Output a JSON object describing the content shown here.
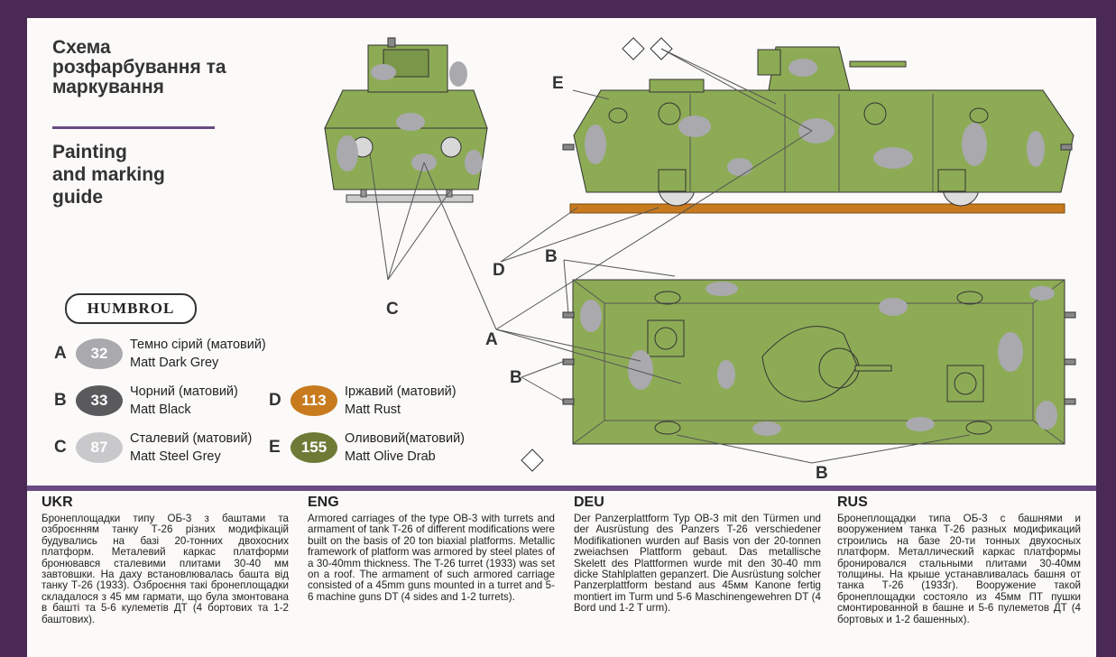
{
  "titles": {
    "ukrainian": "Схема розфарбування та маркування",
    "english_lines": [
      "Painting",
      "and marking",
      "guide"
    ]
  },
  "brand": {
    "logo_text": "HUMBROL"
  },
  "paints": [
    {
      "letter": "A",
      "number": "32",
      "name_ua": "Темно сірий (матовий)",
      "name_en": "Matt Dark Grey",
      "color": "#a9a9ae"
    },
    {
      "letter": "B",
      "number": "33",
      "name_ua": "Чорний (матовий)",
      "name_en": "Matt Black",
      "color": "#5a5a5c"
    },
    {
      "letter": "C",
      "number": "87",
      "name_ua": "Сталевий (матовий)",
      "name_en": "Matt Steel Grey",
      "color": "#c9c9cc"
    },
    {
      "letter": "D",
      "number": "113",
      "name_ua": "Іржавий (матовий)",
      "name_en": "Matt Rust",
      "color": "#c87a1e"
    },
    {
      "letter": "E",
      "number": "155",
      "name_ua": "Оливовий(матовий)",
      "name_en": "Matt Olive Drab",
      "color": "#6f7a36"
    }
  ],
  "callouts": {
    "a": "A",
    "b": "B",
    "c": "C",
    "d": "D",
    "e": "E"
  },
  "descriptions": [
    {
      "heading": "UKR",
      "text": "Бронеплощадки типу ОБ-3 з баштами та озброєнням танку Т-26 різних модифікацій будувались на базі 20-тонних двохосних платформ. Металевий каркас платформи бронювався сталевими плитами 30-40 мм завтовшки. На даху встановлювалась башта від танку Т-26 (1933). Озброєння такі бронеплощадки складалося з 45 мм гармати, що була змонтована в башті та 5-6 кулеметів ДТ (4 бортових та 1-2 баштових)."
    },
    {
      "heading": "ENG",
      "text": "Armored carriages of the type OB-3 with turrets and armament of tank T-26 of different modifications were built on the basis of 20 ton biaxial platforms. Metallic framework of platform was armored by steel plates of a 30-40mm thickness. The T-26 turret (1933) was set on a roof. The armament of such armored carriage consisted of a 45mm guns mounted in a turret and 5-6 machine guns DT (4 sides and 1-2 turrets)."
    },
    {
      "heading": "DEU",
      "text": "Der Panzerplattform Typ OB-3 mit den Türmen und der Ausrüstung des Panzers T-26 verschiedener Modifikationen wurden auf Basis von der 20-tonnen zweiachsen Plattform gebaut. Das metallische Skelett des Plattformen wurde mit den 30-40 mm dicke Stahlplatten gepanzert. Die Ausrüstung solcher Panzerplattform bestand aus 45мм Kanone fertig montiert im Turm und 5-6 Maschinengewehren DT (4 Bord und 1-2 T urm)."
    },
    {
      "heading": "RUS",
      "text": "Бронеплощадки типа ОБ-3 с башнями и вооружением танка Т-26 разных модификаций строились на базе 20-ти тонных двухосных платформ. Металлический каркас платформы бронировался стальными плитами 30-40мм толщины. На крыше устанавливалась башня от танка Т-26 (1933г). Вооружение такой бронеплощадки состояло из 45мм ПТ пушки смонтированной в башне и 5-6 пулеметов ДТ (4 бортовых и 1-2 башенных)."
    }
  ]
}
